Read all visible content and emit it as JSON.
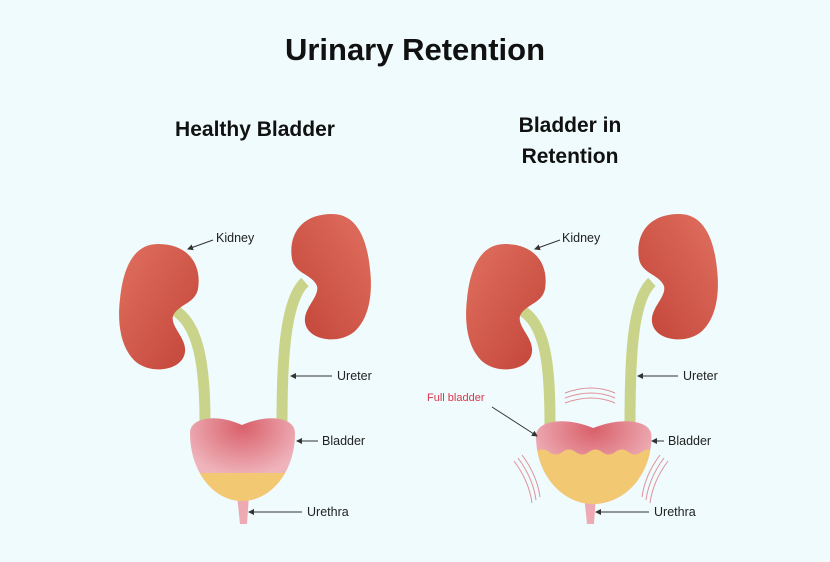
{
  "title": "Urinary Retention",
  "panels": [
    {
      "heading": "Healthy Bladder",
      "labels": {
        "kidney": "Kidney",
        "ureter": "Ureter",
        "bladder": "Bladder",
        "urethra": "Urethra"
      }
    },
    {
      "heading_line1": "Bladder in",
      "heading_line2": "Retention",
      "labels": {
        "kidney": "Kidney",
        "ureter": "Ureter",
        "bladder": "Bladder",
        "urethra": "Urethra",
        "full_bladder": "Full bladder"
      }
    }
  ],
  "colors": {
    "background": "#effbfc",
    "kidney": "#d0564a",
    "ureter": "#c9d48a",
    "bladder": "#eeb0b8",
    "urine": "#f2c872",
    "label_red": "#d9364a"
  }
}
